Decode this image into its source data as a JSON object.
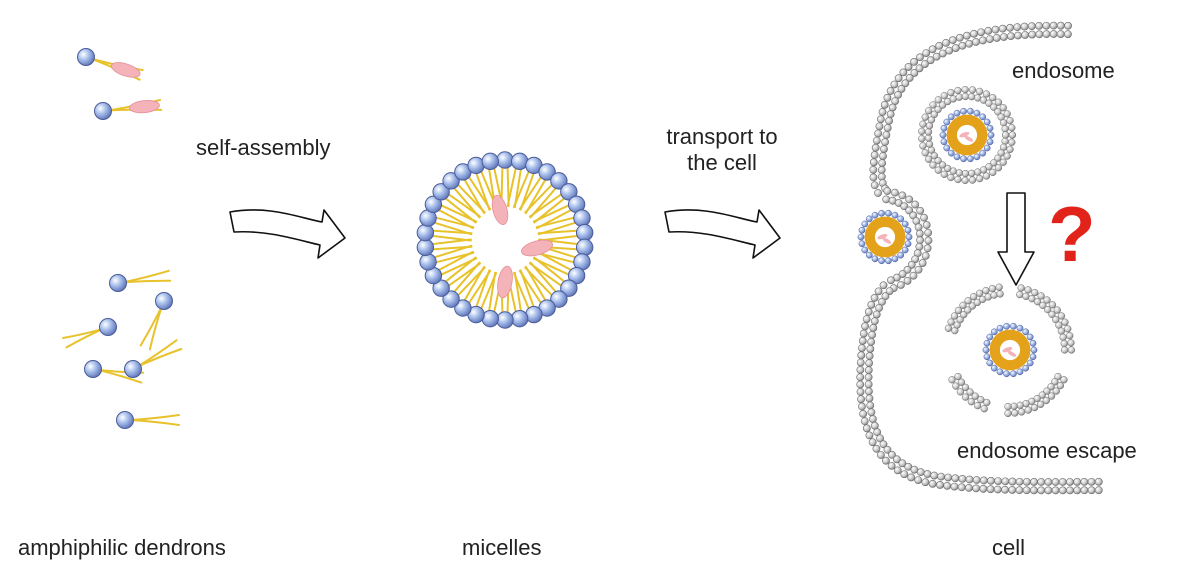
{
  "labels": {
    "self_assembly": "self-assembly",
    "transport_line1": "transport to",
    "transport_line2": "the cell",
    "endosome": "endosome",
    "endosome_escape": "endosome escape",
    "question_mark": "?",
    "dendrons_caption": "amphiphilic dendrons",
    "micelles_caption": "micelles",
    "cell_caption": "cell"
  },
  "colors": {
    "head": "#9fb7e6",
    "head_stroke": "#4a5c99",
    "tail": "#e8c22a",
    "drug": "#f4b3b8",
    "membrane": "#bdbdbd",
    "membrane_stroke": "#6e6e6e",
    "core": "#e3a21a",
    "question": "#e2231a"
  }
}
